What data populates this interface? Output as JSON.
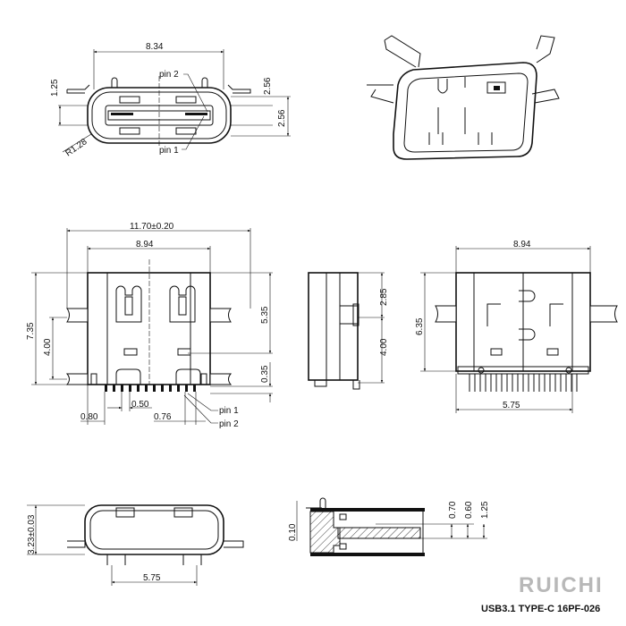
{
  "top_front_view": {
    "width_dim": "8.34",
    "dim_left": "1.25",
    "dim_right_top": "2.56",
    "dim_right": "2.56",
    "radius": "R1.28",
    "pin2": "pin 2",
    "pin1": "pin 1"
  },
  "top_view": {
    "overall_width": "11.70±0.20",
    "body_width": "8.94",
    "overall_height": "7.35",
    "tab_spacing": "4.00",
    "dim_right": "5.35",
    "dim_right_bottom": "0.35",
    "pitch": "0.50",
    "edge_offset": "0.80",
    "pin_span": "0.76",
    "pin1": "pin  1",
    "pin2": "pin  2"
  },
  "side_view": {
    "dim_top": "2.85",
    "dim_bottom": "4.00"
  },
  "pcb_view": {
    "body_width": "8.94",
    "height": "6.35",
    "hole_spacing": "5.75"
  },
  "rear_view": {
    "height": "3.23±0.03",
    "pin_spacing": "5.75"
  },
  "section_view": {
    "dim_a": "0.10",
    "dim_b": "0.70",
    "dim_c": "0.60",
    "dim_d": "1.25"
  },
  "watermark": "RUICHI",
  "title": "USB3.1 TYPE-C 16PF-026"
}
